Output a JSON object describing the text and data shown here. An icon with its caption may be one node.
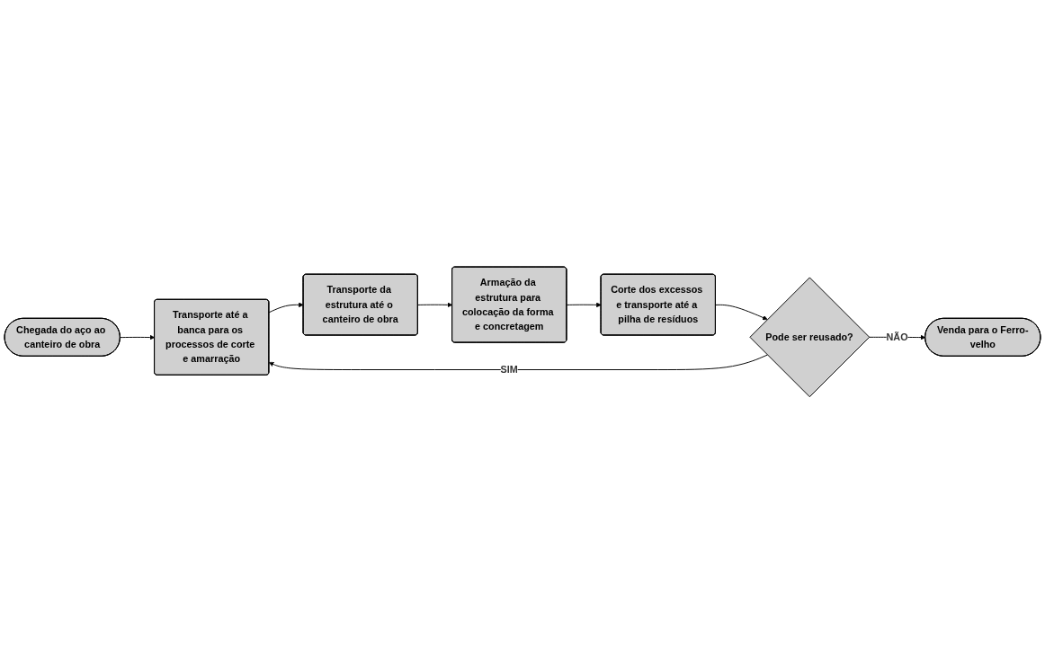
{
  "diagram": {
    "nodes": [
      {
        "text": [
          "Chegada do aço ao canteiro de obra"
        ]
      },
      {
        "text": [
          "Transporte até a banca para os processos de corte e amarração"
        ]
      },
      {
        "text": [
          "Transporte da estrutura até o canteiro de obra"
        ]
      },
      {
        "text": [
          "Armação da estrutura para colocação da forma e concretagem"
        ]
      },
      {
        "text": [
          "Corte dos excessos e transporte até a pilha de resíduos"
        ]
      },
      {
        "text": [
          "Pode ser reusado?"
        ]
      },
      {
        "text": [
          "Venda para o Ferro-velho"
        ]
      }
    ],
    "edges": [
      {
        "from": 0,
        "to": 1,
        "arrow": "to"
      },
      {
        "from": 1,
        "to": 2,
        "arrow": "to"
      },
      {
        "from": 2,
        "to": 3,
        "arrow": "to"
      },
      {
        "from": 3,
        "to": 4,
        "arrow": "to"
      },
      {
        "from": 4,
        "to": 5,
        "arrow": "to"
      },
      {
        "from": 5,
        "to": 1,
        "arrow": "to",
        "label": "SIM"
      },
      {
        "from": 5,
        "to": 6,
        "arrow": "to",
        "label": "NÃO"
      }
    ]
  }
}
